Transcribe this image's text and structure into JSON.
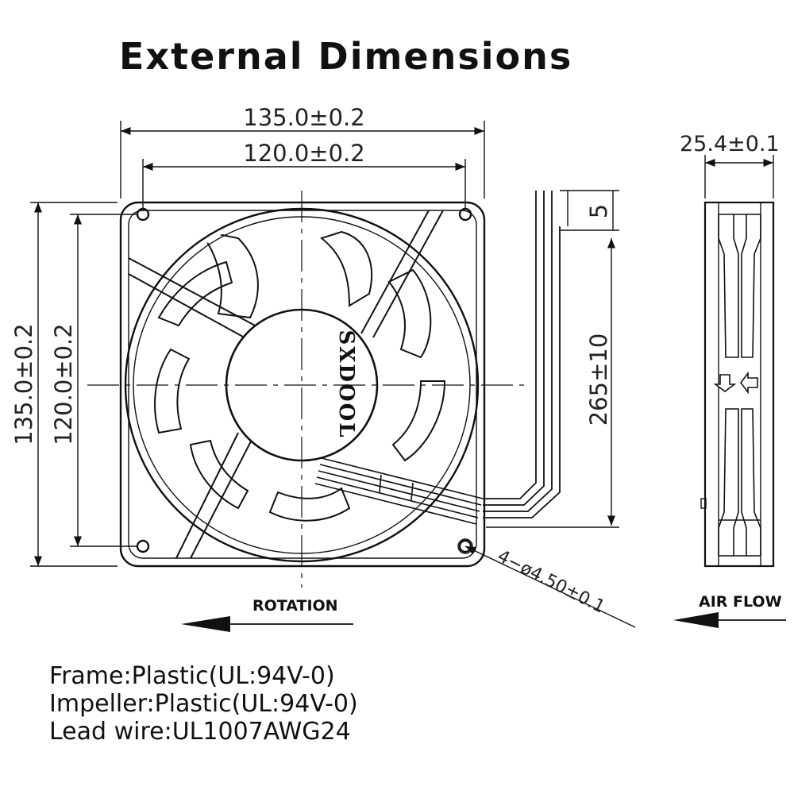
{
  "title": "External Dimensions",
  "front_view": {
    "width_outer": "135.0±0.2",
    "width_hole": "120.0±0.2",
    "height_outer": "135.0±0.2",
    "height_hole": "120.0±0.2",
    "lead_length": "265±10",
    "strip_length": "5",
    "hole_spec": "4−ø4.50±0.1",
    "hub_logo": "SXDOOL",
    "rotation_label": "ROTATION"
  },
  "side_view": {
    "thickness": "25.4±0.1",
    "airflow_label": "AIR FLOW"
  },
  "specs": [
    "Frame:Plastic(UL:94V-0)",
    "Impeller:Plastic(UL:94V-0)",
    "Lead wire:UL1007AWG24"
  ]
}
